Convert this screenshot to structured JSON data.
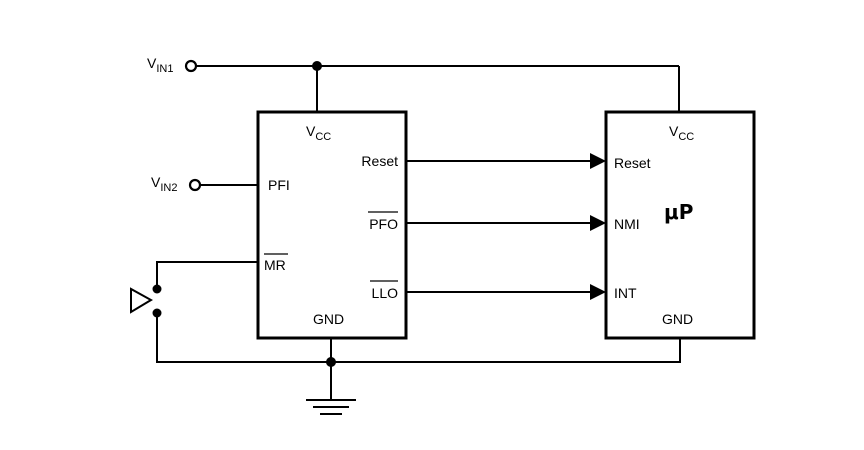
{
  "inputs": {
    "vin1": {
      "main": "V",
      "sub": "IN1"
    },
    "vin2": {
      "main": "V",
      "sub": "IN2"
    }
  },
  "supervisor": {
    "vcc": {
      "main": "V",
      "sub": "CC"
    },
    "pins": {
      "reset": "Reset",
      "pfo": "PFO",
      "llo": "LLO",
      "pfi": "PFI",
      "mr": "MR",
      "gnd": "GND"
    }
  },
  "microprocessor": {
    "title_symbol": "μ",
    "title_letter": "P",
    "vcc": {
      "main": "V",
      "sub": "CC"
    },
    "pins": {
      "reset": "Reset",
      "nmi": "NMI",
      "int": "INT",
      "gnd": "GND"
    }
  }
}
